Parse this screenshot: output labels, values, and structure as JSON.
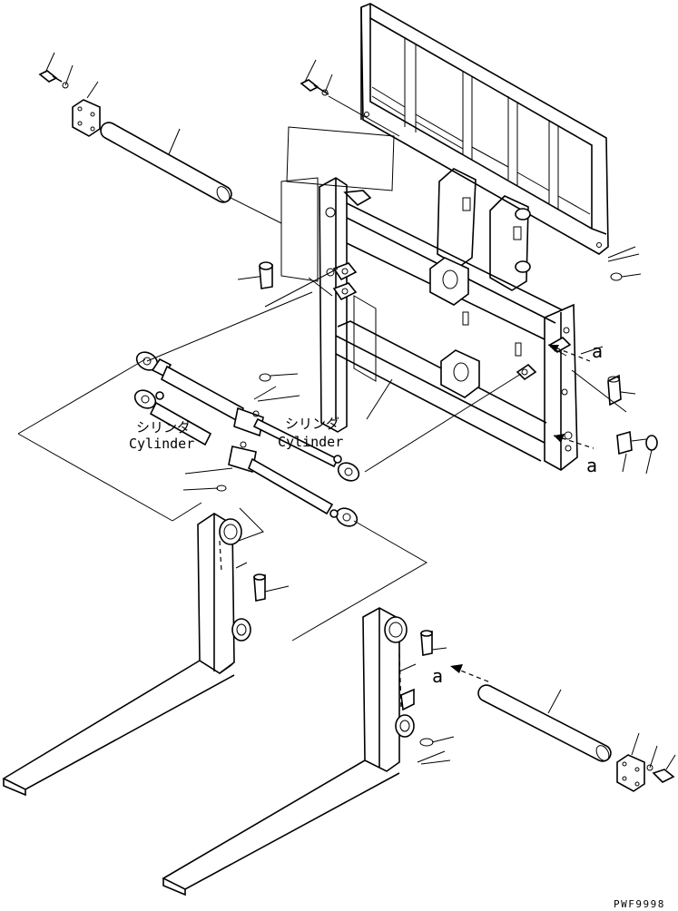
{
  "diagram": {
    "labels": {
      "cylinder_jp_left": "シリンダ",
      "cylinder_en_left": "Cylinder",
      "cylinder_jp_right": "シリンダ",
      "cylinder_en_right": "Cylinder",
      "ref_a_top": "a",
      "ref_a_mid": "a",
      "ref_a_bottom": "a"
    },
    "figure_code": "PWF9998"
  }
}
